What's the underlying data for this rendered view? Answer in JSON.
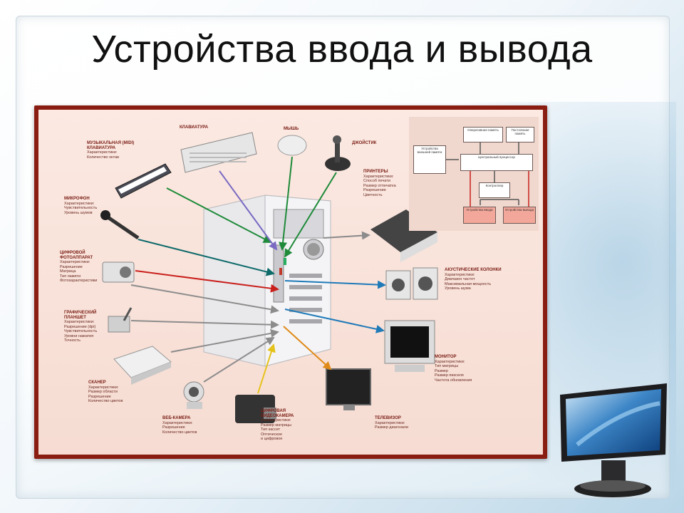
{
  "slide": {
    "title": "Устройства ввода и вывода"
  },
  "colors": {
    "poster_border": "#8a1d12",
    "poster_bg": "#f8e2d9",
    "arrow_red": "#c9201c",
    "arrow_green": "#1f8a3a",
    "arrow_teal": "#0f6a6a",
    "arrow_blue": "#1f7ab8",
    "arrow_purple": "#7a6ac2",
    "arrow_gray": "#8c8c8c",
    "arrow_yellow": "#e5c21a",
    "arrow_orange": "#e08a18"
  },
  "devices": {
    "music_keyboard": {
      "title": "МУЗЫКАЛЬНАЯ (MIDI) КЛАВИАТУРА",
      "lines": [
        "Характеристики:",
        "Количество октав"
      ]
    },
    "keyboard": {
      "title": "КЛАВИАТУРА"
    },
    "mouse": {
      "title": "МЫШЬ"
    },
    "joystick": {
      "title": "ДЖОЙСТИК"
    },
    "printers": {
      "title": "ПРИНТЕРЫ",
      "lines": [
        "Характеристики:",
        "Способ печати",
        "Размер отпечатка",
        "Разрешение",
        "Цветность"
      ]
    },
    "microphone": {
      "title": "МИКРОФОН",
      "lines": [
        "Характеристики:",
        "Чувствительность",
        "Уровень шумов"
      ]
    },
    "camera": {
      "title": "ЦИФРОВОЙ ФОТОАППАРАТ",
      "lines": [
        "Характеристики:",
        "Разрешение",
        "Матрица",
        "Тип памяти",
        "Фотохарактеристики"
      ]
    },
    "speakers": {
      "title": "АКУСТИЧЕСКИЕ КОЛОНКИ",
      "lines": [
        "Характеристики:",
        "Диапазон частот",
        "Максимальная мощность",
        "Уровень шума"
      ]
    },
    "tablet": {
      "title": "ГРАФИЧЕСКИЙ ПЛАНШЕТ",
      "lines": [
        "Характеристики:",
        "Разрешение (dpi)",
        "Чувствительность",
        "Уровни нажатия",
        "Точность"
      ]
    },
    "scanner": {
      "title": "СКАНЕР",
      "lines": [
        "Характеристики:",
        "Размер области",
        "Разрешение",
        "Количество цветов"
      ]
    },
    "monitor": {
      "title": "МОНИТОР",
      "lines": [
        "Характеристики:",
        "Тип матрицы",
        "Размер",
        "Размер пикселя",
        "Частота обновления"
      ]
    },
    "webcam": {
      "title": "ВЕБ-КАМЕРА",
      "lines": [
        "Характеристики:",
        "Разрешение",
        "Количество цветов"
      ]
    },
    "videocamera": {
      "title": "ЦИФРОВАЯ ВИДЕОКАМЕРА",
      "lines": [
        "Характеристики:",
        "Размер матрицы",
        "Тип кассет",
        "Оптическое",
        "и цифровое"
      ]
    },
    "tv": {
      "title": "ТЕЛЕВИЗОР",
      "lines": [
        "Характеристики:",
        "Размер диагонали"
      ]
    }
  },
  "inset": {
    "external_memory": "Устройства внешней памяти",
    "internal_memory": "Оперативная память",
    "rom": "Постоянная память",
    "cpu": "Центральный процессор",
    "controller": "Контроллер",
    "input": "Устройства ввода",
    "output": "Устройства вывода"
  }
}
